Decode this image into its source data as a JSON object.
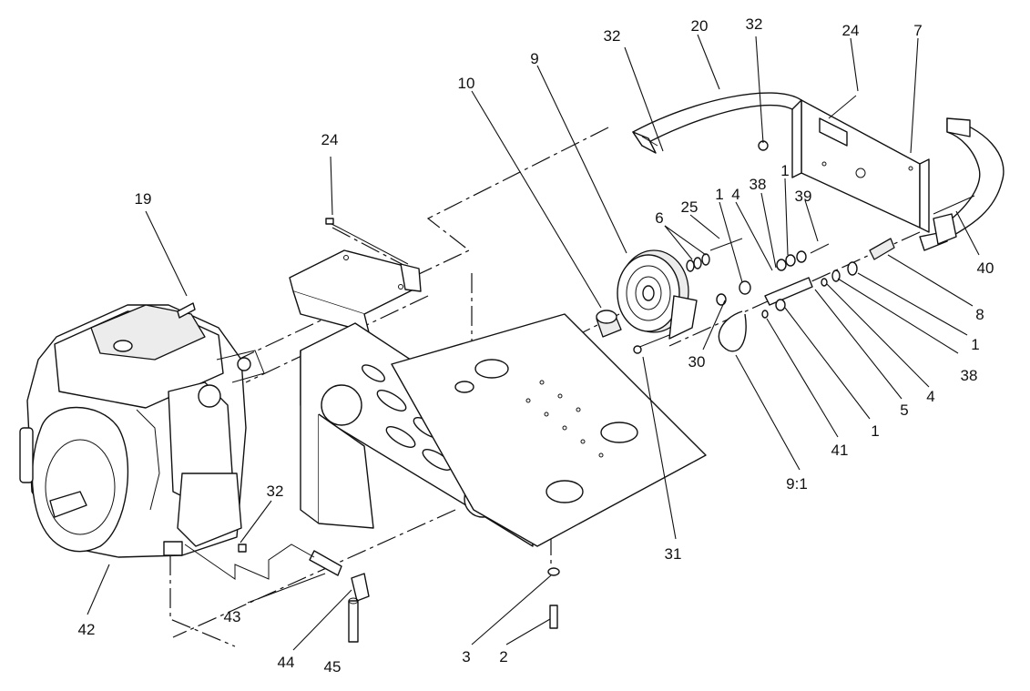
{
  "callouts": [
    {
      "id": "c-32-top-left",
      "text": "32"
    },
    {
      "id": "c-20",
      "text": "20"
    },
    {
      "id": "c-32-top-right",
      "text": "32"
    },
    {
      "id": "c-24-top-right",
      "text": "24"
    },
    {
      "id": "c-7",
      "text": "7"
    },
    {
      "id": "c-9",
      "text": "9"
    },
    {
      "id": "c-10",
      "text": "10"
    },
    {
      "id": "c-24-left",
      "text": "24"
    },
    {
      "id": "c-19",
      "text": "19"
    },
    {
      "id": "c-1-top",
      "text": "1"
    },
    {
      "id": "c-38-top",
      "text": "38"
    },
    {
      "id": "c-39",
      "text": "39"
    },
    {
      "id": "c-4-top",
      "text": "4"
    },
    {
      "id": "c-1-mid",
      "text": "1"
    },
    {
      "id": "c-25",
      "text": "25"
    },
    {
      "id": "c-6",
      "text": "6"
    },
    {
      "id": "c-40",
      "text": "40"
    },
    {
      "id": "c-8",
      "text": "8"
    },
    {
      "id": "c-1-right",
      "text": "1"
    },
    {
      "id": "c-38-right",
      "text": "38"
    },
    {
      "id": "c-4-right",
      "text": "4"
    },
    {
      "id": "c-5",
      "text": "5"
    },
    {
      "id": "c-1-bottom",
      "text": "1"
    },
    {
      "id": "c-41",
      "text": "41"
    },
    {
      "id": "c-9-1",
      "text": "9:1"
    },
    {
      "id": "c-30",
      "text": "30"
    },
    {
      "id": "c-31",
      "text": "31"
    },
    {
      "id": "c-32-left",
      "text": "32"
    },
    {
      "id": "c-42",
      "text": "42"
    },
    {
      "id": "c-43",
      "text": "43"
    },
    {
      "id": "c-44",
      "text": "44"
    },
    {
      "id": "c-45",
      "text": "45"
    },
    {
      "id": "c-3",
      "text": "3"
    },
    {
      "id": "c-2",
      "text": "2"
    }
  ]
}
